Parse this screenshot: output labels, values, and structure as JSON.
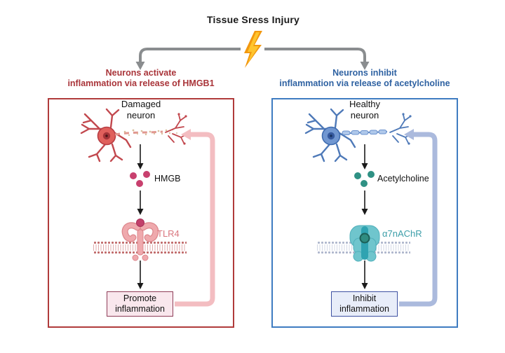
{
  "title": "Tissue Sress Injury",
  "left": {
    "heading1": "Neurons activate",
    "heading2": "inflammation via release of HMGB1",
    "neuron1": "Damaged",
    "neuron2": "neuron",
    "ligand": "HMGB",
    "receptor": "TLR4",
    "outcome1": "Promote",
    "outcome2": "inflammation"
  },
  "right": {
    "heading1": "Neurons inhibit",
    "heading2": "inflammation via release of acetylcholine",
    "neuron1": "Healthy",
    "neuron2": "neuron",
    "ligand": "Acetylcholine",
    "receptor": "α7nAChR",
    "outcome1": "Inhibit",
    "outcome2": "inflammation"
  },
  "icons": {
    "lightning": "lightning-bolt-icon",
    "left_feedback_arrow": "feedback-arrow-left-panel",
    "right_feedback_arrow": "feedback-arrow-right-panel"
  },
  "colors": {
    "left_accent": "#A93439",
    "left_panel_border": "#B03B3B",
    "left_receptor_label": "#D9767E",
    "left_ligand_dot": "#C8406E",
    "left_feedback": "#F3BDC1",
    "left_outcome_fill": "#F9E7ED",
    "left_outcome_border": "#8F3D58",
    "right_accent": "#2F62A2",
    "right_panel_border": "#3E7CC1",
    "right_receptor_label": "#3C9EA9",
    "right_ligand_dot": "#2F9184",
    "right_feedback": "#ABBADD",
    "right_outcome_fill": "#E8EDF9",
    "right_outcome_border": "#3E51A2",
    "lightning": "#F6A01B",
    "connector_gray": "#8A8D8F"
  }
}
